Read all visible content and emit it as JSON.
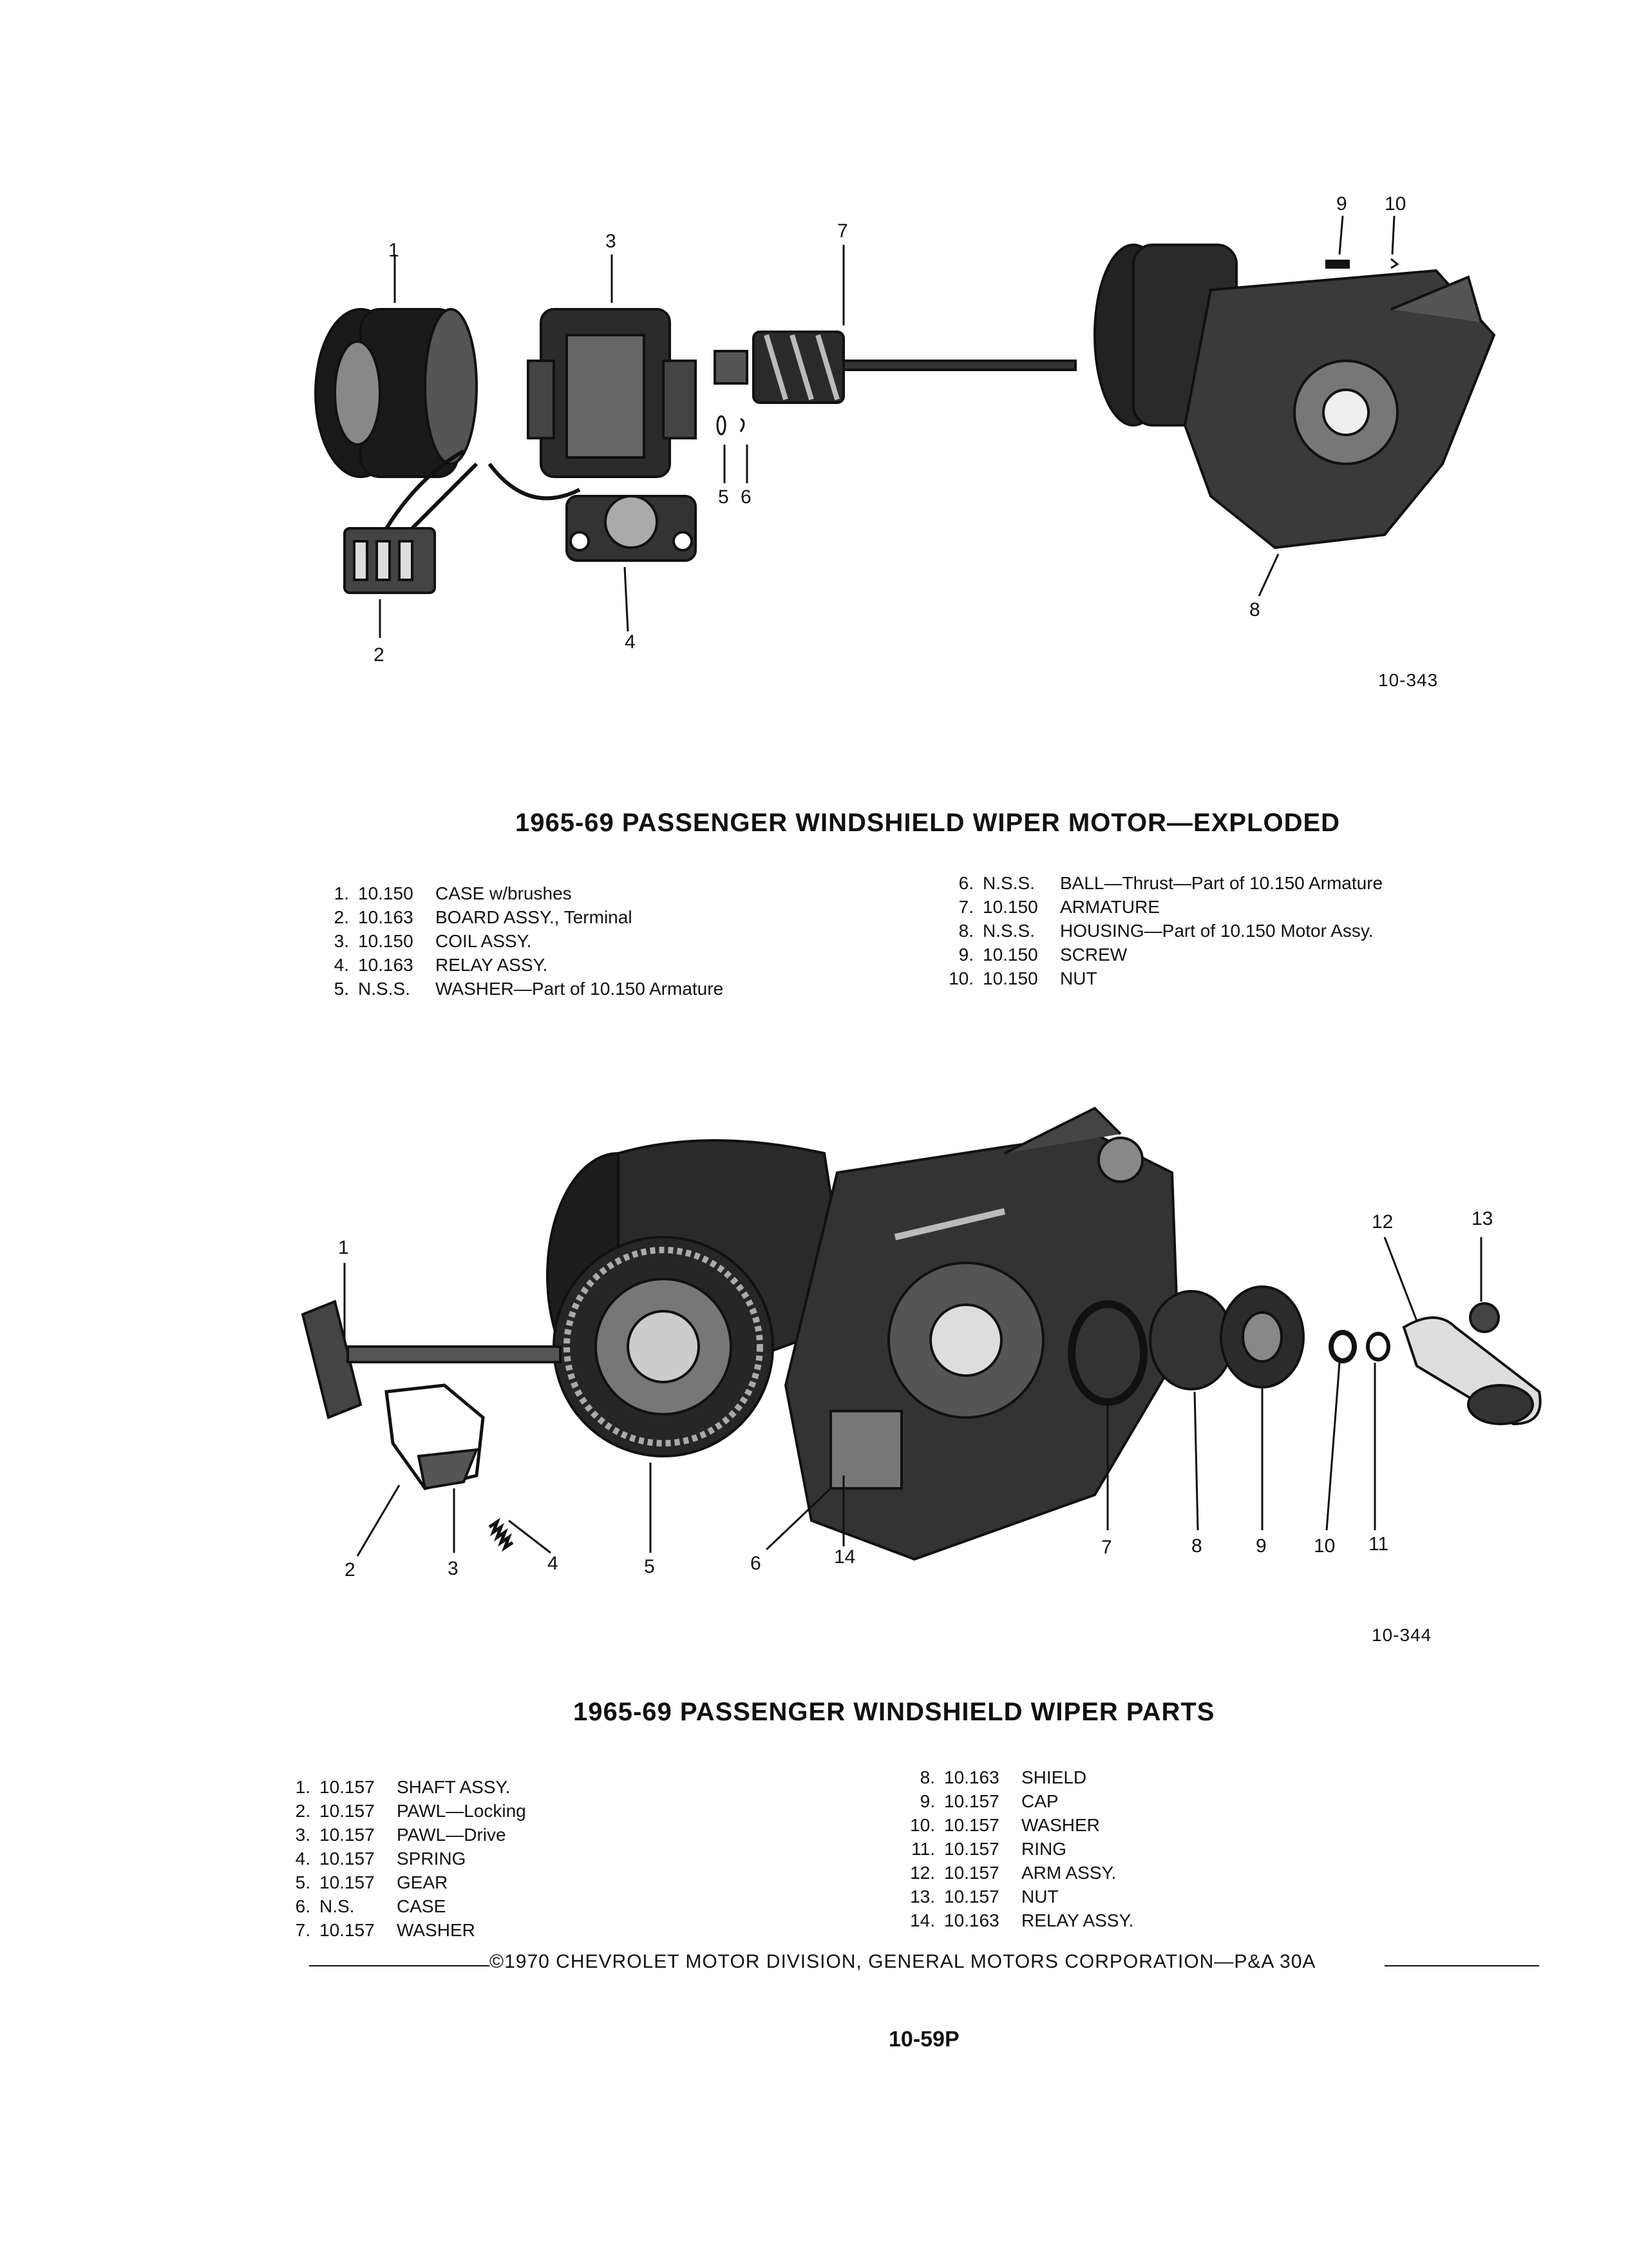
{
  "figure1": {
    "ref": "10-343",
    "callouts": [
      "1",
      "2",
      "3",
      "4",
      "5",
      "6",
      "7",
      "8",
      "9",
      "10"
    ]
  },
  "title1": "1965-69 PASSENGER WINDSHIELD WIPER MOTOR—EXPLODED",
  "legend1": {
    "left": [
      {
        "n": "1.",
        "code": "10.150",
        "desc": "CASE w/brushes"
      },
      {
        "n": "2.",
        "code": "10.163",
        "desc": "BOARD ASSY., Terminal"
      },
      {
        "n": "3.",
        "code": "10.150",
        "desc": "COIL ASSY."
      },
      {
        "n": "4.",
        "code": "10.163",
        "desc": "RELAY ASSY."
      },
      {
        "n": "5.",
        "code": "N.S.S.",
        "desc": "WASHER—Part of 10.150 Armature"
      }
    ],
    "right": [
      {
        "n": "6.",
        "code": "N.S.S.",
        "desc": "BALL—Thrust—Part of 10.150 Armature"
      },
      {
        "n": "7.",
        "code": "10.150",
        "desc": "ARMATURE"
      },
      {
        "n": "8.",
        "code": "N.S.S.",
        "desc": "HOUSING—Part of 10.150 Motor Assy."
      },
      {
        "n": "9.",
        "code": "10.150",
        "desc": "SCREW"
      },
      {
        "n": "10.",
        "code": "10.150",
        "desc": "NUT"
      }
    ]
  },
  "figure2": {
    "ref": "10-344",
    "callouts": [
      "1",
      "2",
      "3",
      "4",
      "5",
      "6",
      "14",
      "7",
      "8",
      "9",
      "10",
      "11",
      "12",
      "13"
    ]
  },
  "title2": "1965-69 PASSENGER WINDSHIELD WIPER PARTS",
  "legend2": {
    "left": [
      {
        "n": "1.",
        "code": "10.157",
        "desc": "SHAFT ASSY."
      },
      {
        "n": "2.",
        "code": "10.157",
        "desc": "PAWL—Locking"
      },
      {
        "n": "3.",
        "code": "10.157",
        "desc": "PAWL—Drive"
      },
      {
        "n": "4.",
        "code": "10.157",
        "desc": "SPRING"
      },
      {
        "n": "5.",
        "code": "10.157",
        "desc": "GEAR"
      },
      {
        "n": "6.",
        "code": "N.S.",
        "desc": "CASE"
      },
      {
        "n": "7.",
        "code": "10.157",
        "desc": "WASHER"
      }
    ],
    "right": [
      {
        "n": "8.",
        "code": "10.163",
        "desc": "SHIELD"
      },
      {
        "n": "9.",
        "code": "10.157",
        "desc": "CAP"
      },
      {
        "n": "10.",
        "code": "10.157",
        "desc": "WASHER"
      },
      {
        "n": "11.",
        "code": "10.157",
        "desc": "RING"
      },
      {
        "n": "12.",
        "code": "10.157",
        "desc": "ARM ASSY."
      },
      {
        "n": "13.",
        "code": "10.157",
        "desc": "NUT"
      },
      {
        "n": "14.",
        "code": "10.163",
        "desc": "RELAY ASSY."
      }
    ]
  },
  "footer": "©1970 CHEVROLET MOTOR DIVISION, GENERAL MOTORS CORPORATION—P&A 30A",
  "page_number": "10-59P"
}
